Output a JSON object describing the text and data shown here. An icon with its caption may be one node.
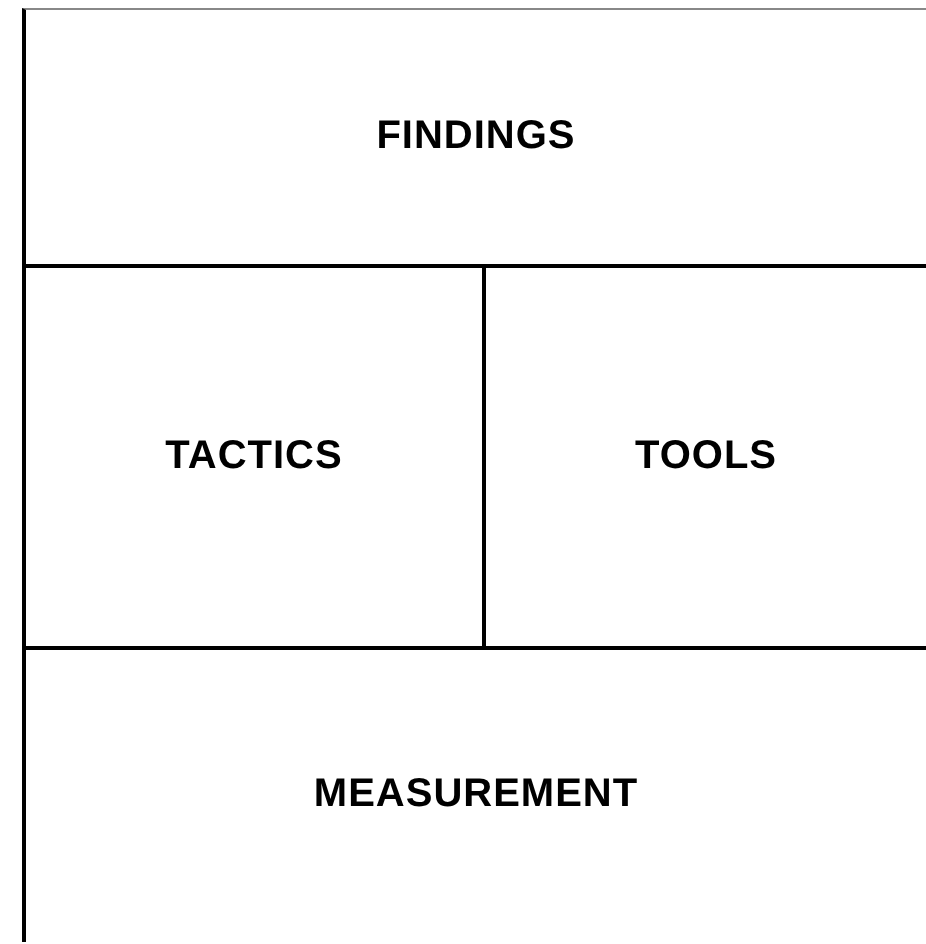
{
  "diagram": {
    "nodes": [
      {
        "text": [
          "FINDINGS"
        ]
      },
      {
        "text": [
          "TACTICS"
        ]
      },
      {
        "text": [
          "TOOLS"
        ]
      },
      {
        "text": [
          "MEASUREMENT"
        ]
      }
    ]
  }
}
